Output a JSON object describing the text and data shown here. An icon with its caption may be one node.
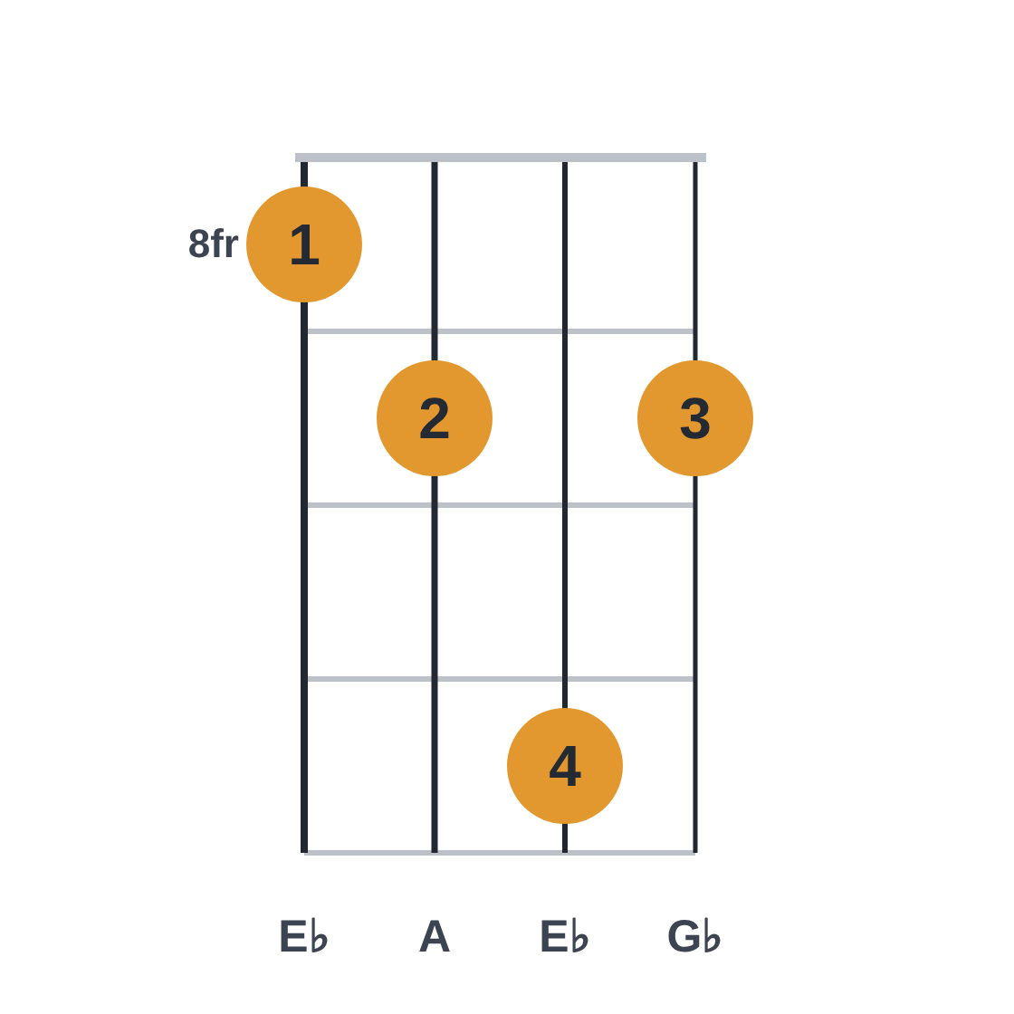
{
  "diagram": {
    "nodes": [
      {
        "text": [
          "1"
        ]
      },
      {
        "text": [
          "2"
        ]
      },
      {
        "text": [
          "3"
        ]
      },
      {
        "text": [
          "4"
        ]
      }
    ],
    "labels": [
      "8fr",
      "E♭",
      "A",
      "E♭",
      "G♭"
    ]
  }
}
